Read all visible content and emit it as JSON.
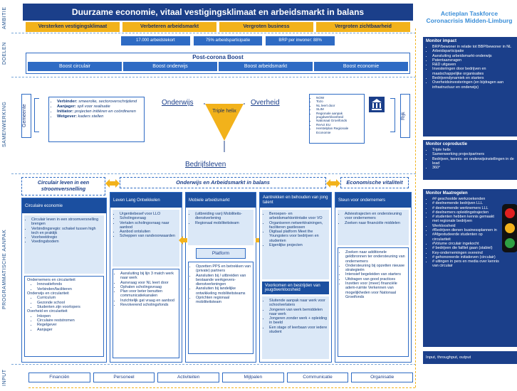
{
  "side_labels": {
    "ambitie": "AMBITIE",
    "doelen": "DOELEN",
    "samenwerking": "SAMENWERKING",
    "programmatische": "PROGRAMMATISCHE AANPAK",
    "input": "INPUT"
  },
  "title": "Duurzame economie, vitaal vestigingsklimaat en arbeidsmarkt in balans",
  "ambitions": [
    "Versterken vestigingsklimaat",
    "Verbeteren arbeidsmarkt",
    "Vergroten business",
    "Vergroten zichtbaarheid"
  ],
  "targets": [
    "17.000 arbeidstekort",
    "75% arbeidsparticipatie",
    "BRP per inwoner: 88%"
  ],
  "post_corona": {
    "title": "Post-corona Boost",
    "boosts": [
      "Boost circulair",
      "Boost onderwijs",
      "Boost arbeidsmarkt",
      "Boost economie"
    ]
  },
  "samenwerking": {
    "gemeente": "Gemeente",
    "rijk": "Rijk",
    "roles": [
      {
        "key": "Verbinder:",
        "val": "smeerolie, sectoroverschrijdend"
      },
      {
        "key": "Aanjager:",
        "val": "spil voor realisatie"
      },
      {
        "key": "Initiator:",
        "val": "projecten initiëren en coördineren"
      },
      {
        "key": "Wetgever:",
        "val": "kaders stellen"
      }
    ],
    "helix": {
      "onderwijs": "Onderwijs",
      "overheid": "Overheid",
      "bedrijfsleven": "Bedrijfsleven",
      "center": "Triple helix"
    },
    "rijk_items": [
      "NOW",
      "Tozo",
      "NL leert door",
      "SLIM",
      "Regionale aanpak jeugdwerkloosheid",
      "Nationaal Groeifonds",
      "ReAct EU",
      "Herstelplan Regionale Economie"
    ]
  },
  "programma": {
    "circ_title": "Circulair leven in een stroomversnelling",
    "main_title": "Onderwijs en Arbeidsmarkt in balans",
    "vital_title": "Economische vitaliteit",
    "col1": {
      "head": "Circulaire economie",
      "items": [
        "Circulair leven in een stroomversnelling brengen",
        "Verbindingsregio: schakel tussen high tech en praktijk",
        "Voorbeeldregio",
        "Voedingsbodem"
      ],
      "sub": [
        {
          "t": "Ondernemers en circulariteit",
          "items": [
            "Innovatiefonds",
            "Verbinden/faciliteren"
          ]
        },
        {
          "t": "Onderwijs en circulariteit",
          "items": [
            "Curriculum",
            "Gezonde school",
            "Studenten zijn voorlopers"
          ]
        },
        {
          "t": "Overheid en circulariteit",
          "items": [
            "Inkopen",
            "Circulaire reststromen",
            "Regelgever",
            "Aanjager"
          ]
        }
      ]
    },
    "col2": {
      "head": "Leven Lang Ontwikkelen",
      "items": [
        "Urgentiebesef voor LLO",
        "Scholingsvraag",
        "Vertalen scholingsvraag naar aanbod",
        "Aanbod ontsluiten",
        "Scheppen van randvoorwaarden"
      ],
      "items2": [
        "Aansluiting bij lijn 3 match werk naar werk",
        "Aanvraag voor NL leert door",
        "Ophalen scholingsvraag",
        "Plan voor beter benutten communicatiekanalen",
        "Inzichtelijk gat vraag en aanbod",
        "Revolverend scholingsfonds"
      ]
    },
    "col3": {
      "head": "Mobiele arbeidsmarkt",
      "items": [
        "(uitbreiding van) Mobiliteits-dienstverlening",
        "Regionaal mobiliteitsteam"
      ],
      "platform": "Platform",
      "items2": [
        "Opzetten PPS en betrekken van (private) partners",
        "Aansluiten bij / uitbreiden van bestaande werkgevers-dienstverleningen",
        "Aansluiten bij landelijke ontwikkeling mobiliteitsteams",
        "Oprichten regionaal mobiliteitsteam"
      ]
    },
    "col4": {
      "head": "Aantrekken en behouden van jong talent",
      "items": [
        "Beroepen- en arbeidsmarktoriëntatie voor VO",
        "Organiseren netwerktrainingen, faciliteren gastlessen",
        "Digitaal platform Meet the Youngsters voor bedrijven en studenten",
        "Eigenlijke projecten"
      ],
      "head2": "Voorkomen en bestrijden van jeugdwerkloosheid",
      "items2": [
        "Sluitende aanpak naar werk voor schoolverlaters",
        "Jongeren van werk bemiddelen naar werk",
        "Jongeren zonder werk + opleiding in beeld",
        "Een stage of leerbaan voor iedere student"
      ]
    },
    "col5": {
      "head": "Steun voor ondernemers",
      "items": [
        "Adviestrajecten en ondersteuning voor ondernemers",
        "Zoeken naar financiële middelen"
      ],
      "items2": [
        "Zoeken naar additionele geldbronnen ter ondersteuning van ondernemers",
        "Ondersteuning bij opzetten nieuwe strategieën",
        "Intensief begeleiden van starters",
        "Uitdragen van good practices",
        "Inzetten voor (meer) financiële adem-ruimte Verkennen van mogelijkheden voor Nationaal Groeifonds"
      ]
    }
  },
  "input_items": [
    "Financiën",
    "Personeel",
    "Activiteiten",
    "Mijlpalen",
    "Communicatie",
    "Organisatie"
  ],
  "right": {
    "title1": "Actieplan Taskforce",
    "title2": "Coronacrisis Midden-Limburg",
    "impact_title": "Monitor impact",
    "impact_items": [
      "BRP/bewoner in relatie tot BBP/bewoner in NL",
      "Arbeidsparticipatie",
      "Aansluiting arbeidsmarkt-onderwijs",
      "Patentaanvragen",
      "R&D uitgaven",
      "Investeringen door bedrijven en maatschappelijke organisaties",
      "Bedrijvendynamiek en starters",
      "Overheidsinvesteringen (en bijdragen aan infrastructuur en onderwijs)"
    ],
    "coprod_title": "Monitor coproductie",
    "coprod_items": [
      "Triple helix",
      "Samenwerking projectpartners",
      "Bedrijven, kennis- en onderwijsinstellingen in de lead",
      "360°"
    ],
    "maat_title": "Monitor Maatregelen",
    "maat_items": [
      "## geschoolde werkzoekenden",
      "# deelnemende bedrijven LLL",
      "# deelnemende werknemers LLL",
      "# deelnemers opleidingstrajecten",
      "# studenten hebben kennis gemaakt met regionale bedrijven",
      "Werkloosheid",
      "#Bedrijven dienen businessplannen in",
      "#Afgestudeerde studenten op circulariteit",
      "#Volume circulair ingekocht",
      "# bedrijven die failliet gaan (stabiel)",
      "Key-ondernemingen overeind",
      "# gehonoreerde initiatieven (circulair)",
      "# uitingen in pers en media over kennis van circulair"
    ],
    "footer": "Input, throughput, output",
    "colors": {
      "navy": "#1b3f8a",
      "blue": "#2e6bc4",
      "gold": "#f2b21b",
      "light": "#dbe8f7"
    }
  }
}
